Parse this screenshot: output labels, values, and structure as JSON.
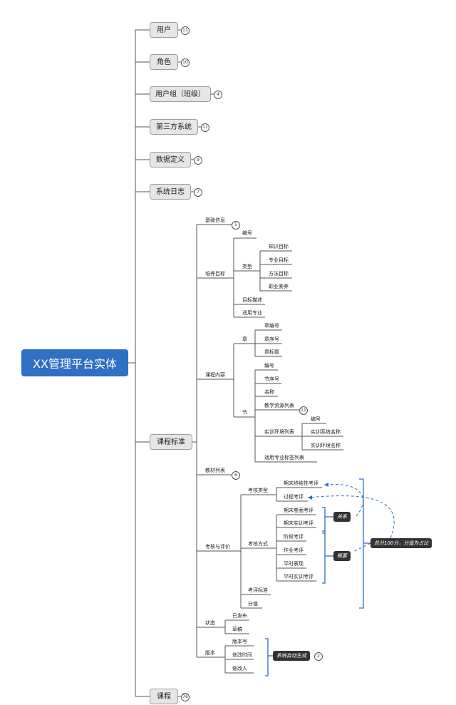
{
  "root": "XX管理平台实体",
  "top_nodes": [
    {
      "label": "用户",
      "count": "11"
    },
    {
      "label": "角色",
      "count": "10"
    },
    {
      "label": "用户组（班级）",
      "count": "4"
    },
    {
      "label": "第三方系统",
      "count": "11"
    },
    {
      "label": "数据定义",
      "count": "9"
    },
    {
      "label": "系统日志",
      "count": "7"
    }
  ],
  "course_standard": {
    "label": "课程标准",
    "basic_info": "基础信息",
    "basic_info_count": "5",
    "training_goal": "培养目标",
    "number": "编号",
    "type": "类型",
    "knowledge_goal": "知识目标",
    "major_goal": "专业目标",
    "method_goal": "方法目标",
    "career_quality": "职业素养",
    "goal_desc": "目标描述",
    "applicable_major": "适用专业",
    "course_content": "课程内容",
    "chapter": "章",
    "chapter_no": "章编号",
    "chapter_seq": "章序号",
    "chapter_title": "章标题",
    "section": "节",
    "sec_no": "编号",
    "sec_seq": "节序号",
    "sec_name": "名称",
    "teaching_res": "教学资源列表",
    "teaching_res_count": "11",
    "env_list": "实训环境列表",
    "env_no": "编号",
    "env_sys_name": "实训系统名称",
    "env_name": "实训环境名称",
    "major_tags": "适用专业标签列表",
    "textbook_list": "教材列表",
    "textbook_count": "6",
    "assessment": "考核与评价",
    "assess_type": "考核类型",
    "final_summative": "期末终结性考评",
    "process_assess": "过程考评",
    "assess_method": "考核方式",
    "final_paper": "期末卷面考评",
    "final_practical": "期末实训考评",
    "stage_assess": "阶段考评",
    "homework_assess": "作业考评",
    "daily_perf": "平时表现",
    "daily_practical": "平时实训考评",
    "assess_standard": "考评标准",
    "score": "分值",
    "note_relation": "关系",
    "note_summary": "概要",
    "note_total": "总分100分，分值为占比",
    "status": "状态",
    "published": "已发布",
    "draft": "草稿",
    "version": "版本",
    "version_no": "版本号",
    "modify_time": "修改时间",
    "modifier": "修改人",
    "note_auto": "系统自动生成",
    "auto_count": "2"
  },
  "course": {
    "label": "课程",
    "count": "76"
  },
  "colors": {
    "root": "#2f6fc4",
    "line": "#555555",
    "bracket": "#2f6fc4",
    "note": "#333333"
  }
}
